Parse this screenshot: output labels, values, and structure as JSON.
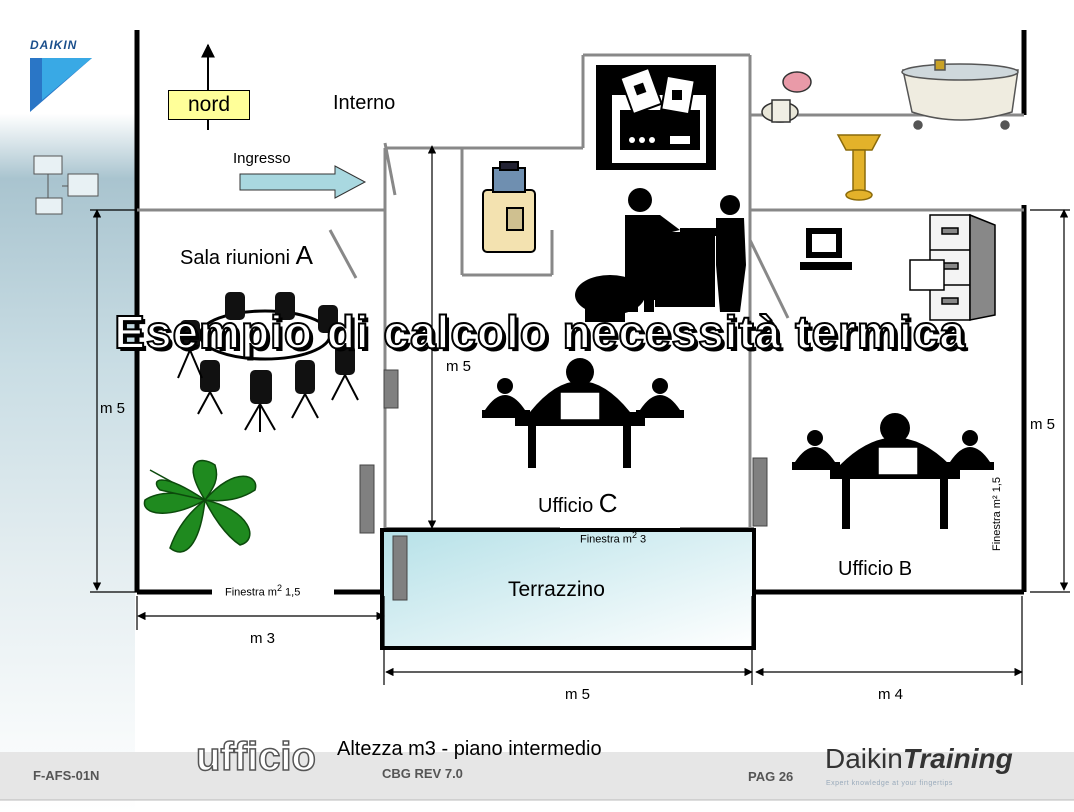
{
  "logo": {
    "wordmark": "DAIKIN"
  },
  "title": "Esempio di calcolo necessità termica",
  "labels": {
    "north": "nord",
    "interior": "Interno",
    "entrance": "Ingresso",
    "meeting_room": "Sala riunioni",
    "meeting_room_letter": "A",
    "office_c": "Ufficio",
    "office_c_letter": "C",
    "office_b": "Ufficio B",
    "terrace": "Terrazzino",
    "height_note": "Altezza m3 - piano intermedio"
  },
  "windows": {
    "terrace_window": {
      "prefix": "Finestra m",
      "exp": "2",
      "value": " 3"
    },
    "meeting_window": {
      "prefix": "Finestra m",
      "exp": "2",
      "value": " 1,5"
    },
    "office_b_window": "Finestra m² 1,5"
  },
  "dimensions": {
    "left_height": "m 5",
    "office_c_height": "m 5",
    "right_height": "m 5",
    "width_a": "m 3",
    "width_c": "m 5",
    "width_b": "m 4"
  },
  "watermark": "ufficio",
  "footer": {
    "code": "F-AFS-01N",
    "revision": "CBG REV 7.0",
    "page": "PAG 26",
    "brand_plain": "Daikin",
    "brand_bold": "Training",
    "tagline": "Expert knowledge at your fingertips"
  },
  "colors": {
    "north_box": "#ffff99",
    "arrow_fill": "#a9d8e0",
    "wall": "#000000",
    "interior_wall": "#888888",
    "terrace_fill": "#d8eef2",
    "radiator": "#808080",
    "plant": "#1f8a1f"
  }
}
